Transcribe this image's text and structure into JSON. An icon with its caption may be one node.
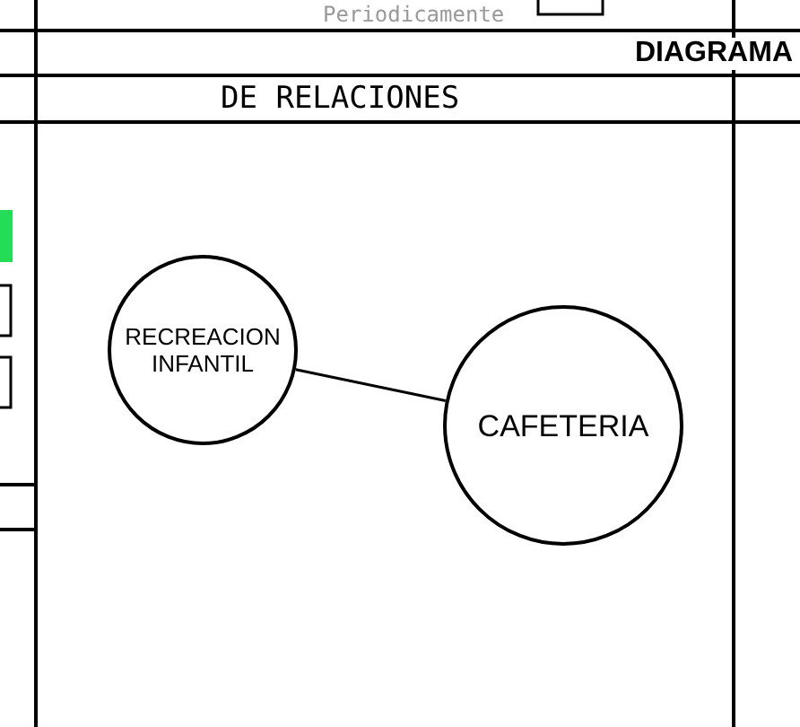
{
  "diagram": {
    "title": "DIAGRAMA",
    "nodes": [
      {
        "text": [
          "RECREACION INFANTIL"
        ]
      },
      {
        "text": [
          "CAFETERIA"
        ]
      }
    ],
    "edges": [
      {
        "from": 0,
        "to": 1,
        "arrow": "none"
      }
    ],
    "labels": [
      "Periodicamente",
      "DE RELACIONES"
    ]
  }
}
